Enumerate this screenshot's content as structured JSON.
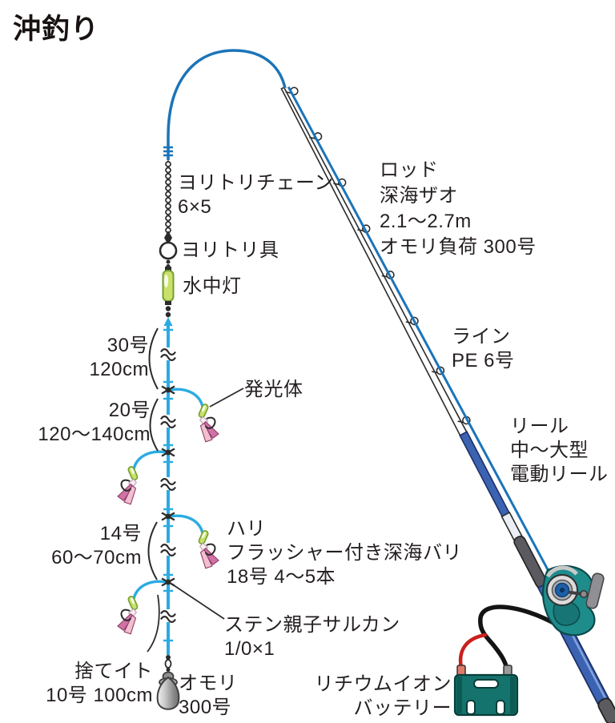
{
  "title": "沖釣り",
  "colors": {
    "rig_line": "#2aabe2",
    "pe_line": "#1b74b8",
    "glow_stick": "#c9e169",
    "flasher_pink": "#f1bfd0",
    "flasher_magenta": "#cf72a6",
    "reel_teal": "#1f8c8c",
    "battery_teal": "#15736e",
    "rod_butt_blue": "#3b63b2",
    "text": "#241f21"
  },
  "rig": {
    "chain": {
      "line1": "ヨリトリチェーン",
      "line2": "6×5"
    },
    "yoritori": "ヨリトリ具",
    "light": "水中灯",
    "span30": {
      "line1": "30号",
      "line2": "120cm"
    },
    "span20": {
      "line1": "20号",
      "line2": "120〜140cm"
    },
    "glow": "発光体",
    "span14": {
      "line1": "14号",
      "line2": "60〜70cm"
    },
    "hook": {
      "line1": "ハリ",
      "line2": "フラッシャー付き深海バリ",
      "line3": "18号 4〜5本"
    },
    "swivel": {
      "line1": "ステン親子サルカン",
      "line2": "1/0×1"
    },
    "sutei": {
      "line1": "捨てイト",
      "line2": "10号 100cm"
    },
    "weight": {
      "line1": "オモリ",
      "line2": "300号"
    }
  },
  "tackle": {
    "rod": {
      "line1": "ロッド",
      "line2": "深海ザオ",
      "line3": "2.1〜2.7m",
      "line4": "オモリ負荷 300号"
    },
    "line": {
      "line1": "ライン",
      "line2": "PE 6号"
    },
    "reel": {
      "line1": "リール",
      "line2": "中〜大型",
      "line3": "電動リール"
    },
    "battery": {
      "line1": "リチウムイオン",
      "line2": "バッテリー"
    }
  }
}
